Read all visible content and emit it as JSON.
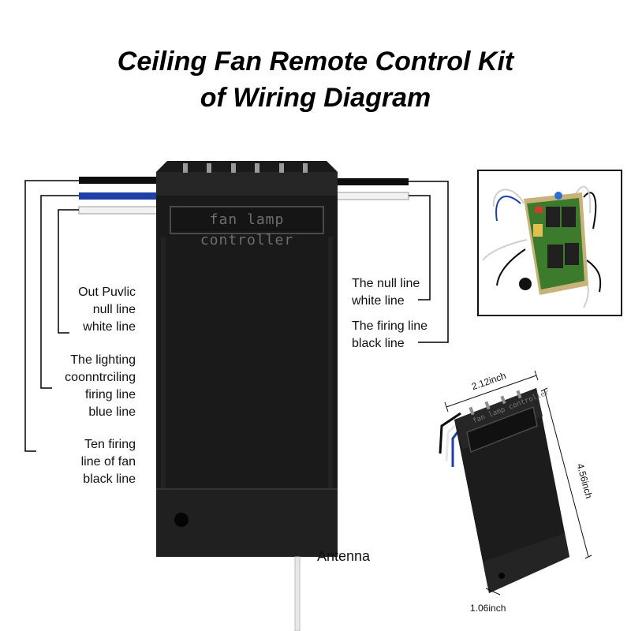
{
  "title": {
    "line1": "Ceiling Fan Remote Control Kit",
    "line2": "of Wiring Diagram"
  },
  "controller": {
    "label": "fan lamp controller"
  },
  "left_labels": {
    "out_public": [
      "Out Puvlic",
      "null line",
      "white line"
    ],
    "lighting": [
      "The lighting",
      "coonntrciling",
      "firing line",
      "blue line"
    ],
    "fan_firing": [
      "Ten firing",
      "line of fan",
      "black line"
    ]
  },
  "right_labels": {
    "null_line": [
      "The null line",
      "white line"
    ],
    "firing_line": [
      "The firing line",
      "black line"
    ]
  },
  "antenna": {
    "label": "Antenna"
  },
  "dimensions": {
    "width": "2.12inch",
    "height": "4.56inch",
    "depth": "1.06inch"
  },
  "colors": {
    "body": "#1a1a1a",
    "wire_blue": "#1f3fa8",
    "wire_white": "#f2f2f2",
    "wire_black": "#0d0d0d",
    "pcb_green": "#3c7a2c"
  }
}
